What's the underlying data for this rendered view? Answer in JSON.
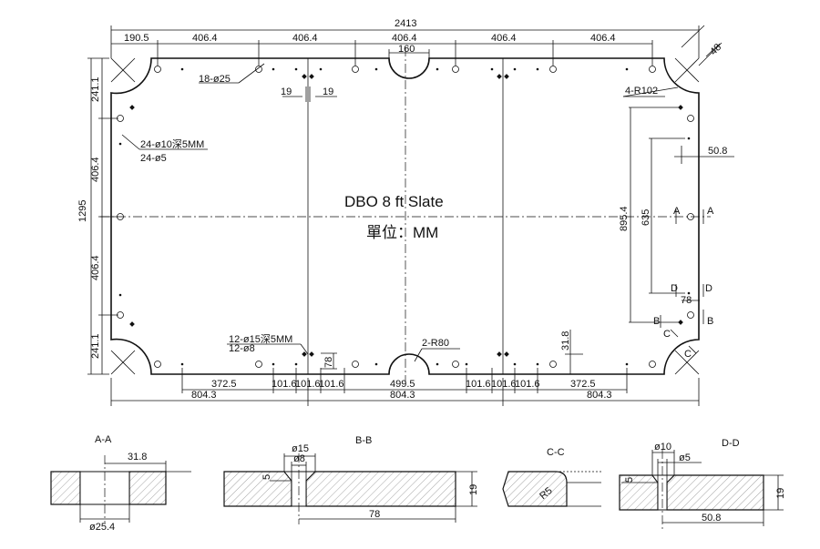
{
  "title": "DBO  8 ft Slate",
  "unit_label": "單位：MM",
  "overall": {
    "width": "2413",
    "height": "1295"
  },
  "top_dims": [
    "190.5",
    "406.4",
    "406.4",
    "406.4",
    "406.4",
    "406.4"
  ],
  "top_pocket_width": "160",
  "corner_dims": {
    "chamfer": "48",
    "radius": "4-R102",
    "edge_offset": "50.8"
  },
  "left_dims": [
    "241.1",
    "406.4",
    "406.4",
    "241.1"
  ],
  "right_dims": {
    "outer": "895.4",
    "inner": "635",
    "small": "78"
  },
  "bottom_dims_upper": [
    "372.5",
    "101.6",
    "101.6",
    "101.6",
    "499.5",
    "101.6",
    "101.6",
    "101.6",
    "372.5"
  ],
  "bottom_dims_lower": [
    "804.3",
    "804.3",
    "804.3"
  ],
  "small_dims": {
    "gap": "19",
    "offset78": "78",
    "offset31": "31.8"
  },
  "callouts": {
    "holes25": "18-ø25",
    "holes10a": "24-ø10深5MM",
    "holes10b": "24-ø5",
    "holes15a": "12-ø15深5MM",
    "holes15b": "12-ø8",
    "pocket_radius": "2-R80"
  },
  "section_markers": [
    "A",
    "A",
    "B",
    "B",
    "C",
    "C",
    "D",
    "D"
  ],
  "sections": {
    "aa": {
      "title": "A-A",
      "top": "31.8",
      "bottom": "ø25.4"
    },
    "bb": {
      "title": "B-B",
      "d1": "ø15",
      "d2": "ø8",
      "depth": "5",
      "thick": "19",
      "len": "78"
    },
    "cc": {
      "title": "C-C",
      "radius": "R5"
    },
    "dd": {
      "title": "D-D",
      "d1": "ø10",
      "d2": "ø5",
      "depth": "5",
      "thick": "19",
      "len": "50.8"
    }
  }
}
